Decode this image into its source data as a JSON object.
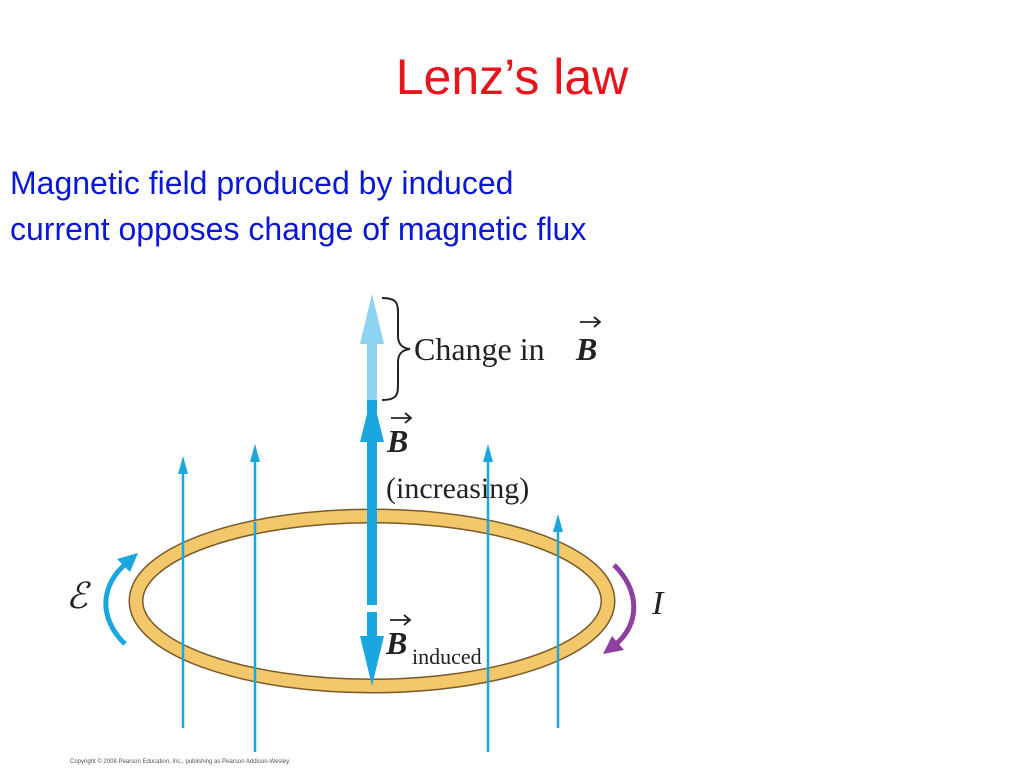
{
  "slide": {
    "title": "Lenz’s law",
    "subtitle_line1": "Magnetic field produced by induced",
    "subtitle_line2": "current opposes change of magnetic flux"
  },
  "diagram": {
    "change_label": "Change in",
    "b_symbol": "B",
    "increasing_label": "(increasing)",
    "induced_subscript": "induced",
    "emf_symbol": "ℰ",
    "current_symbol": "I",
    "copyright": "Copyright © 2008 Pearson Education, Inc., publishing as Pearson Addison-Wesley."
  },
  "colors": {
    "title": "#e8141b",
    "subtitle": "#0a18d6",
    "field_line": "#1aa7e0",
    "field_light": "#8fd3f2",
    "loop_fill": "#f2c86a",
    "loop_edge": "#7a5a2a",
    "emf_arrow": "#1aa7e0",
    "current_arrow": "#8e3fa0"
  }
}
